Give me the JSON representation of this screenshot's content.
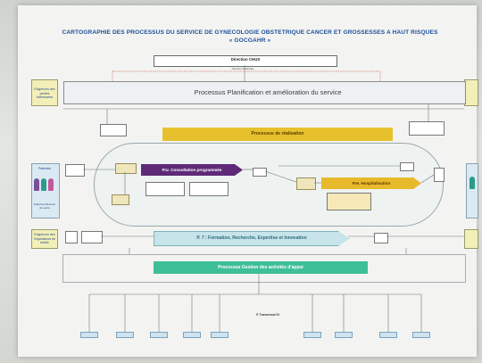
{
  "title": {
    "line1": "CARTOGRAPHIE DES PROCESSUS DU SERVICE DE GYNECOLOGIE OBSTETRIQUE CANCER ET GROSSESSES A HAUT RISQUES",
    "line2": "« GOCGAHR »"
  },
  "top_box": {
    "label": "Direction CHUS",
    "sub": "Direction Médicale"
  },
  "band_planning": {
    "label": "Processus Planification et amélioration du service"
  },
  "bar_realisation": {
    "label": "Processus de réalisation"
  },
  "p_consultation": {
    "label": "P.U. Consultation programmée"
  },
  "p_hospitalisation": {
    "label": "P.H. Hospitalisation"
  },
  "p_formation": {
    "label": "P. 7 : Formation, Recherche, Expertise et Innovation"
  },
  "bar_support": {
    "label": "Processus Gestion des activités d'appui"
  },
  "left_panels": {
    "top": "Exigences des parties intéressées",
    "middle_top": "Patientes",
    "middle_bottom": "Patientes Besoins de santé",
    "bottom": "Exigences des Organismes de tutelle"
  },
  "bottom_center_label": "P. Transversal GI",
  "colors": {
    "title": "#1f4f9c",
    "yellow": "#e7c12d",
    "purple": "#5e2a78",
    "teal": "#c6e4ea",
    "green": "#3fbf96"
  }
}
